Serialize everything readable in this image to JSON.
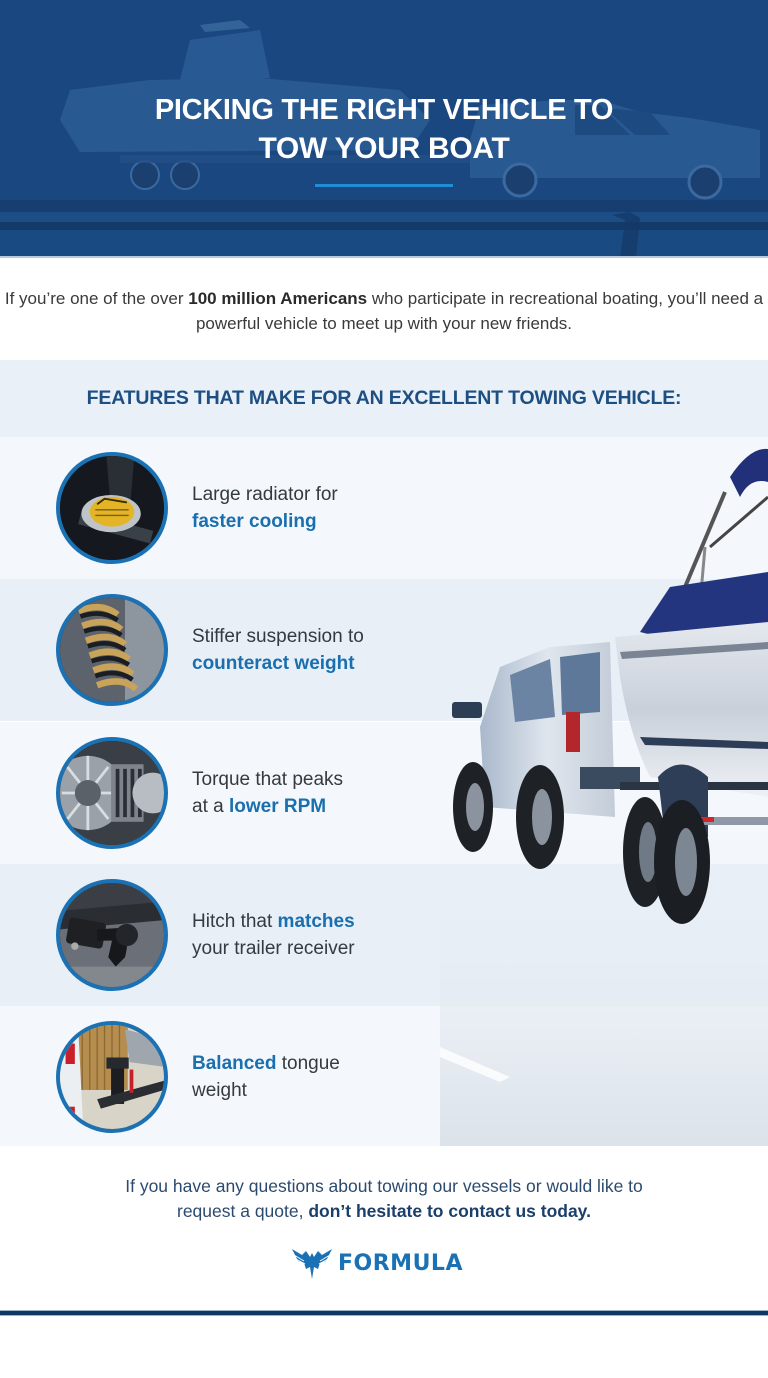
{
  "hero": {
    "title_line1": "Picking the Right Vehicle to",
    "title_line2": "Tow Your Boat",
    "background_image": "boat-on-trailer-towed-by-pickup-truck",
    "overlay_color": "#1a477f",
    "underline_color": "#1f8dd6"
  },
  "intro": {
    "text_before": "If you’re one of the over ",
    "text_bold": "100 million Americans",
    "text_after": " who participate in recreational boating, you’ll need a powerful vehicle to meet up with your new friends."
  },
  "features": {
    "heading": "Features that make for an excellent towing vehicle:",
    "side_image": "suv-towing-covered-boat-on-highway",
    "items": [
      {
        "image": "radiator-cap",
        "line1_plain": "Large radiator for",
        "line2_highlight": "faster cooling"
      },
      {
        "image": "suspension-coil-spring",
        "line1_plain": "Stiffer suspension to",
        "line2_highlight": "counteract weight"
      },
      {
        "image": "engine-torque-converter",
        "line1_plain": "Torque that peaks",
        "line2_prefix": "at a ",
        "line2_highlight": "lower RPM"
      },
      {
        "image": "tow-hitch",
        "line1_prefix": "Hitch that ",
        "line1_highlight": "matches",
        "line2_plain": "your trailer receiver"
      },
      {
        "image": "trailer-tongue-jack",
        "line1_highlight": "Balanced",
        "line1_suffix": " tongue",
        "line2_plain": "weight"
      }
    ]
  },
  "closing": {
    "text_plain": "If you have any questions about towing our vessels or would like to request a quote, ",
    "text_bold": "don’t hesitate to contact us today."
  },
  "brand": {
    "logo_text": "FORMULA",
    "logo_icon": "eagle-icon",
    "color": "#1a72b5"
  },
  "colors": {
    "accent_blue": "#1a6fae",
    "heading_navy": "#1d4f82",
    "footer_bar": "#0f3766"
  }
}
